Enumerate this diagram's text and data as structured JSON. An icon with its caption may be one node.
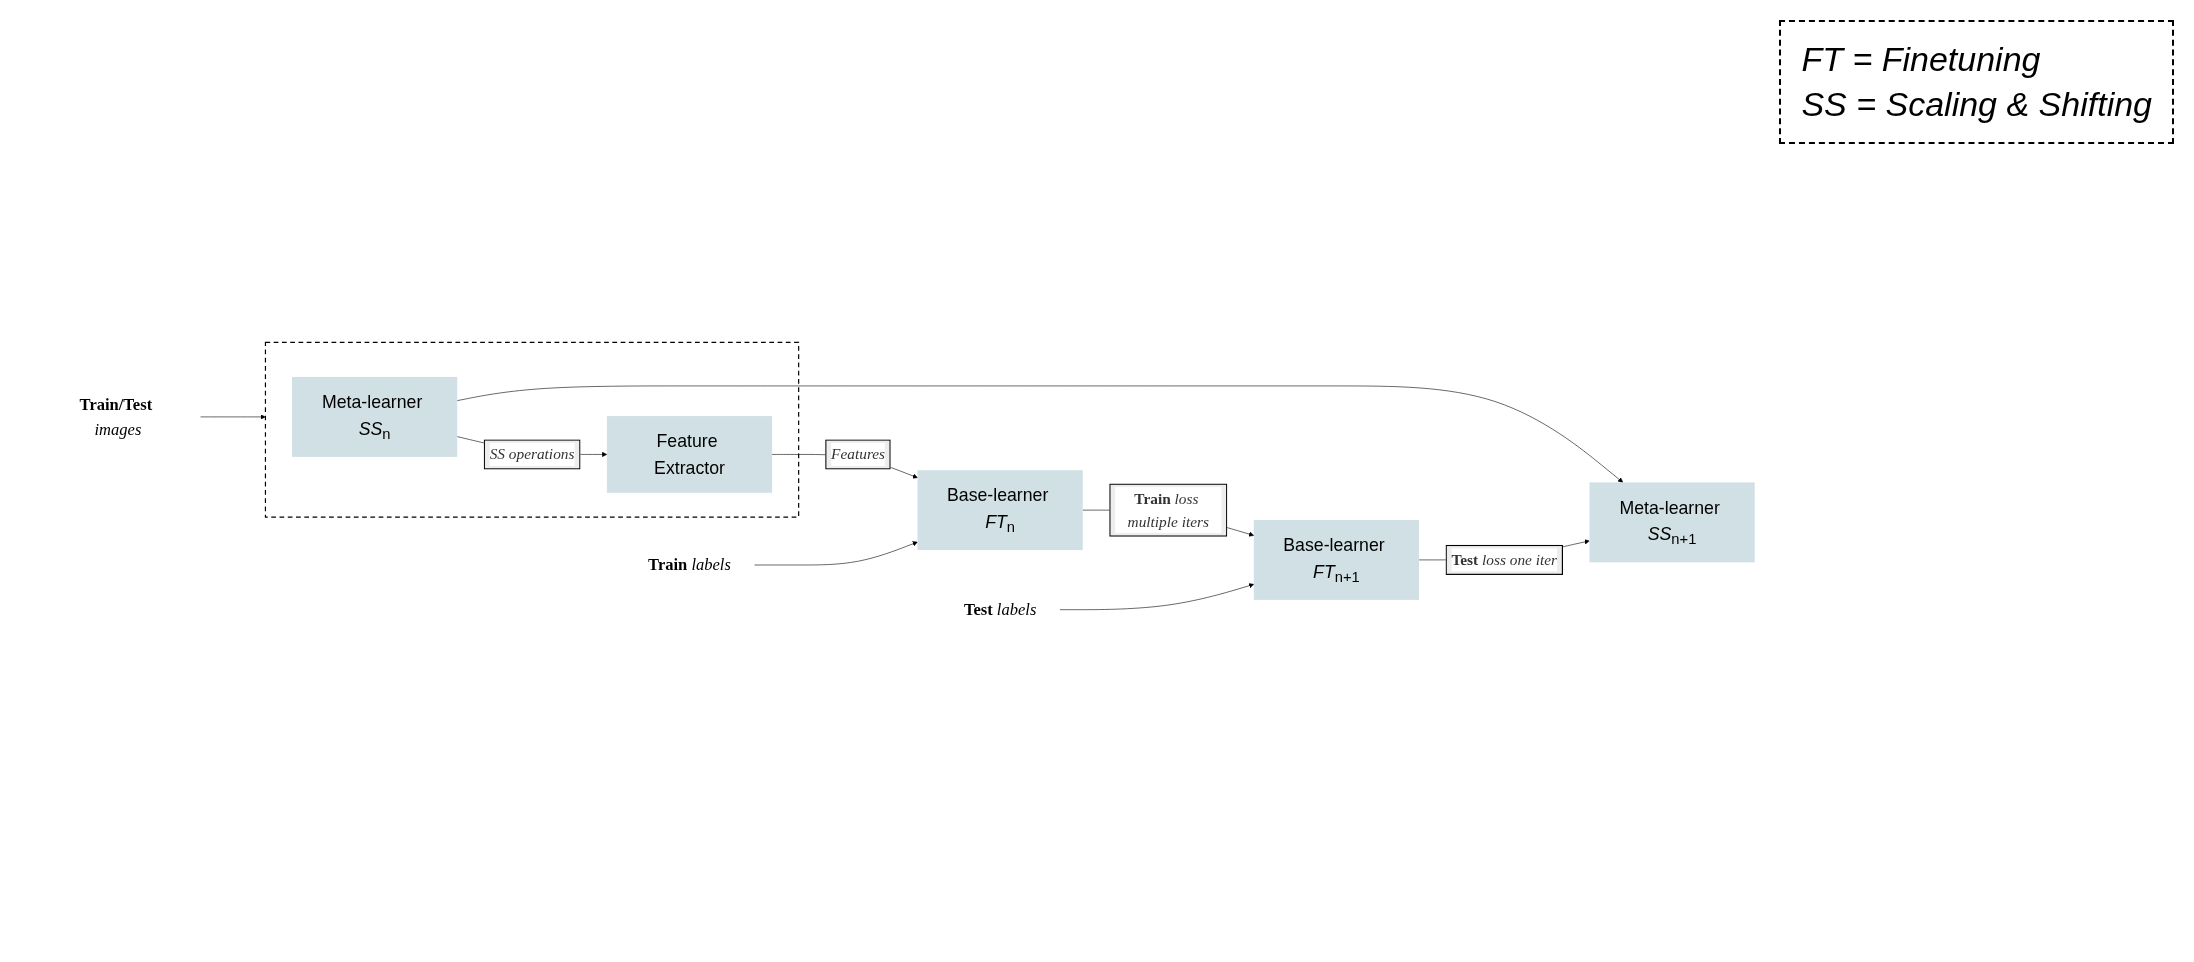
{
  "diagram": {
    "nodes": [
      {
        "text": [
          "Meta-learner *SS*$_{n+1}$"
        ]
      },
      {
        "text": [],
        "shape": "box"
      },
      {
        "text": [
          "Meta-learner *SS*$_{n}$"
        ],
        "in": 1
      },
      {
        "text": [
          "Feature Extractor"
        ],
        "in": 1
      },
      {
        "text": [
          "Base-learner *FT*$_{n+1}$"
        ]
      },
      {
        "text": [
          "Base-learner *FT*$_{n}$"
        ]
      },
      {
        "text": [
          "**Train/Test** *images*"
        ]
      },
      {
        "text": [
          "**Test** *labels*"
        ]
      },
      {
        "text": [
          "**Train** *labels*"
        ]
      }
    ],
    "edges": [
      {
        "from": 2,
        "to": 0,
        "arrow": "to"
      },
      {
        "from": 4,
        "to": 0,
        "arrow": "to",
        "label": "**Test** *loss one iter*"
      },
      {
        "from": 2,
        "to": 3,
        "arrow": "to",
        "label": "*SS operations*"
      },
      {
        "from": 6,
        "to": 1,
        "arrow": "to"
      },
      {
        "from": 3,
        "to": 5,
        "arrow": "to",
        "label": "*Features*"
      },
      {
        "from": 5,
        "to": 4,
        "arrow": "to",
        "label": "**Train** *loss multiple iters*"
      },
      {
        "from": 7,
        "to": 4,
        "arrow": "to"
      },
      {
        "from": 8,
        "to": 5,
        "arrow": "to"
      }
    ],
    "labels": [
      "FT = Finetuning",
      "SS = Scaling & Shifting"
    ]
  }
}
